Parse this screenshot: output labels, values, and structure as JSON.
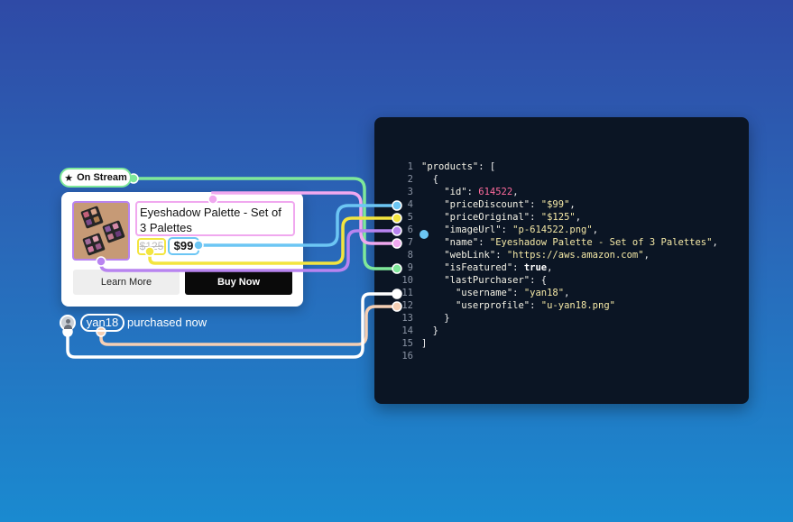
{
  "card": {
    "badge": "On Stream",
    "title": "Eyeshadow Palette - Set of 3 Palettes",
    "price_original": "$125",
    "price_discount": "$99",
    "learn_more": "Learn More",
    "buy_now": "Buy Now"
  },
  "purchase": {
    "username": "yan18",
    "status": "purchased now"
  },
  "code_lines": [
    {
      "num": "1",
      "html": "<span class=\"k\">\"products\"</span>: ["
    },
    {
      "num": "2",
      "html": "  {"
    },
    {
      "num": "3",
      "html": "    <span class=\"k\">\"id\"</span>: <span class=\"n\">614522</span>,"
    },
    {
      "num": "4",
      "html": "    <span class=\"k\">\"priceDiscount\"</span>: <span class=\"s\">\"$99\"</span>,"
    },
    {
      "num": "5",
      "html": "    <span class=\"k\">\"priceOriginal\"</span>: <span class=\"s\">\"$125\"</span>,"
    },
    {
      "num": "6",
      "html": "    <span class=\"k\">\"imageUrl\"</span>: <span class=\"s\">\"p-614522.png\"</span>,"
    },
    {
      "num": "7",
      "html": "    <span class=\"k\">\"name\"</span>: <span class=\"s\">\"Eyeshadow Palette - Set of 3 Palettes\"</span>,"
    },
    {
      "num": "8",
      "html": "    <span class=\"k\">\"webLink\"</span>: <span class=\"s\">\"https://aws.amazon.com\"</span>,"
    },
    {
      "num": "9",
      "html": "    <span class=\"k\">\"isFeatured\"</span>: <span class=\"b\">true</span>,"
    },
    {
      "num": "10",
      "html": "    <span class=\"k\">\"lastPurchaser\"</span>: {"
    },
    {
      "num": "11",
      "html": "      <span class=\"k\">\"username\"</span>: <span class=\"s\">\"yan18\"</span>,"
    },
    {
      "num": "12",
      "html": "      <span class=\"k\">\"userprofile\"</span>: <span class=\"s\">\"u-yan18.png\"</span>"
    },
    {
      "num": "13",
      "html": "    }"
    },
    {
      "num": "14",
      "html": "  }"
    },
    {
      "num": "15",
      "html": "]"
    },
    {
      "num": "16",
      "html": ""
    }
  ],
  "connector_colors": {
    "green": "#7fe89a",
    "pink": "#f0a8ef",
    "blue": "#6cc6f4",
    "yellow": "#f3e53f",
    "purple": "#b884f0",
    "peach": "#f5cfb4",
    "white": "#ffffff"
  }
}
